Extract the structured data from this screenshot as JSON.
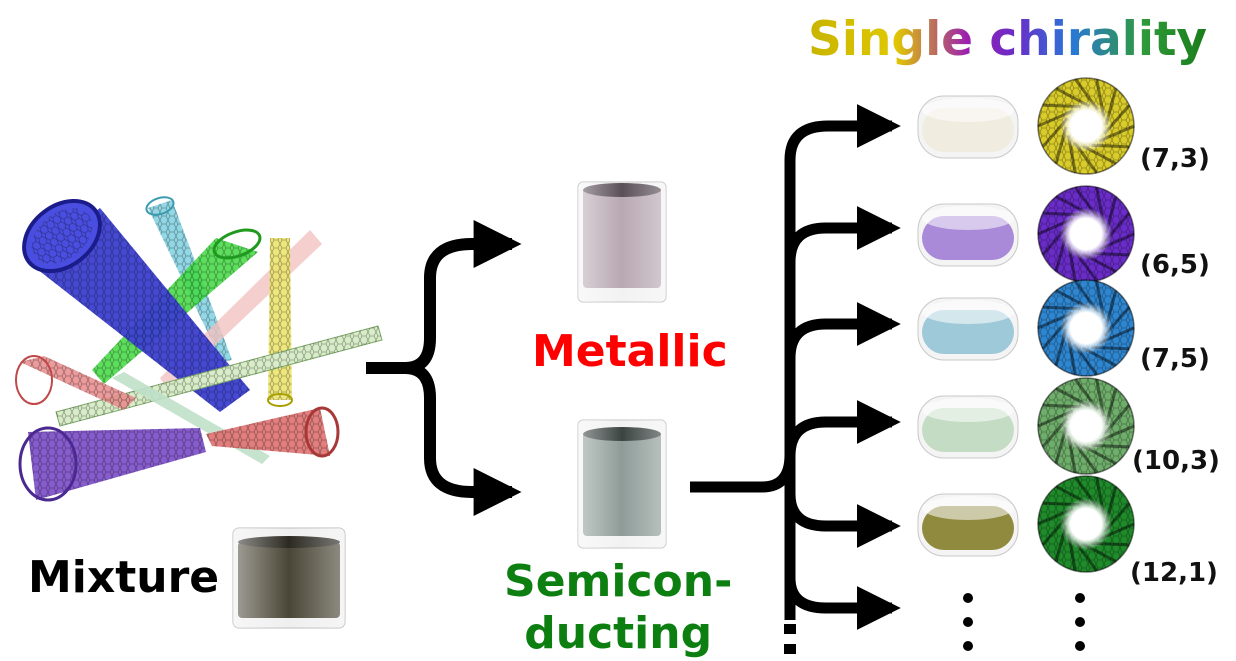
{
  "title": "Single chirality",
  "categories": {
    "metallic": "Metallic",
    "semiconducting_line1": "Semicon-",
    "semiconducting_line2": "ducting",
    "mixture": "Mixture"
  },
  "chiralities": [
    {
      "label": "(7,3)",
      "color": "#d9cc2a",
      "vial": "#f1ece0"
    },
    {
      "label": "(6,5)",
      "color": "#6a2cc8",
      "vial": "#a98ad8"
    },
    {
      "label": "(7,5)",
      "color": "#2f86d0",
      "vial": "#9dc9d8"
    },
    {
      "label": "(10,3)",
      "color": "#6fae6a",
      "vial": "#c4dcc4"
    },
    {
      "label": "(12,1)",
      "color": "#1f8a2a",
      "vial": "#8f8a3e"
    }
  ],
  "colors": {
    "metallic": "#ff0000",
    "semiconducting": "#0c7f10",
    "arrow": "#000000"
  }
}
